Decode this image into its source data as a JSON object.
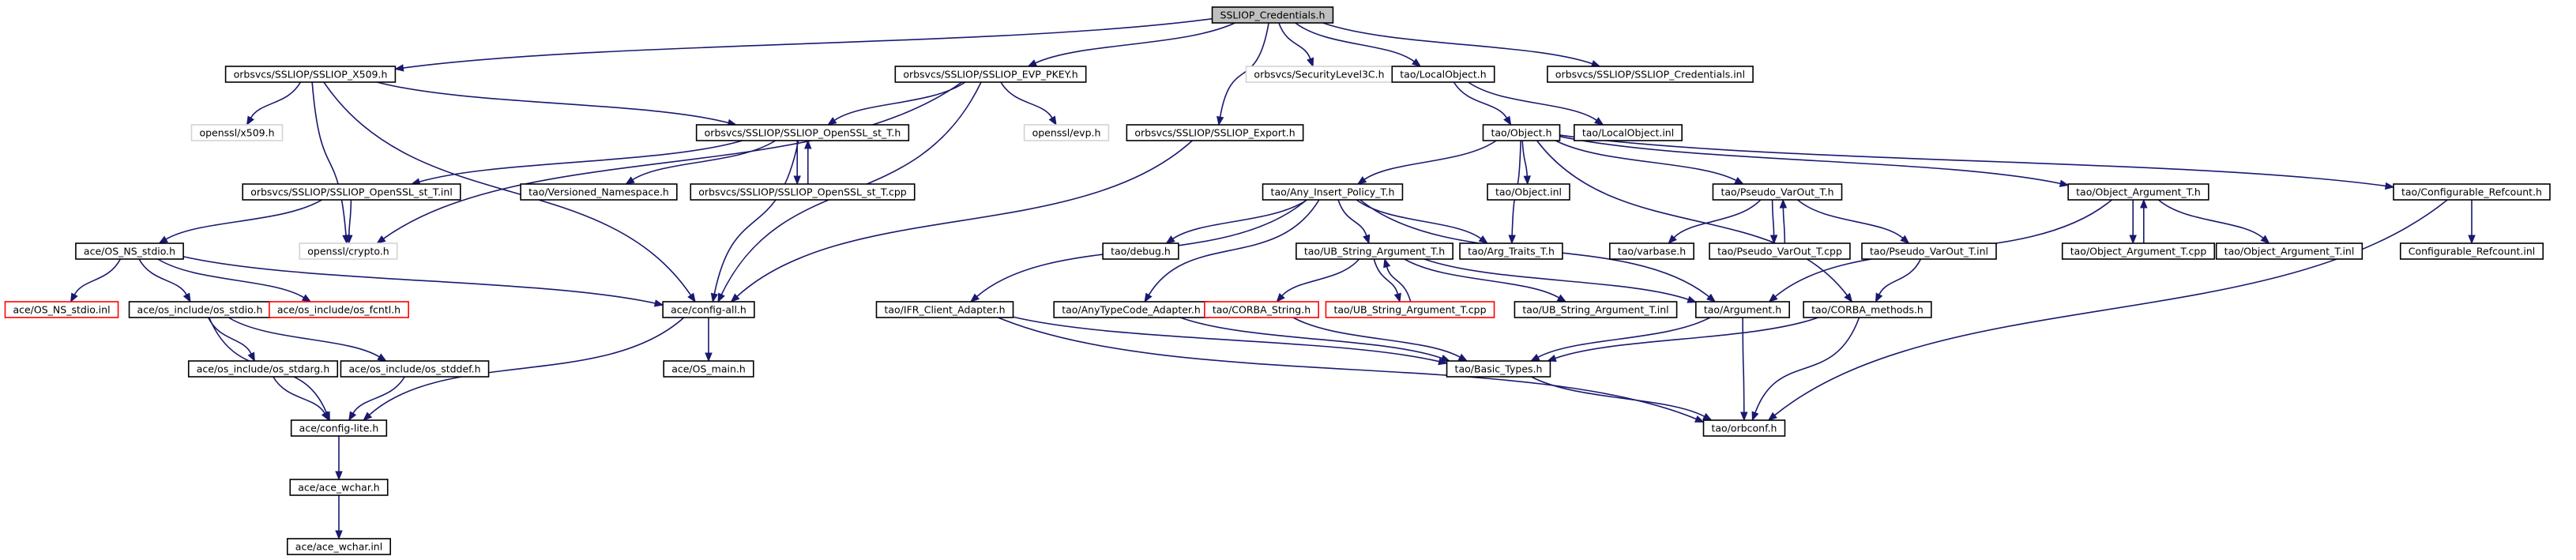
{
  "colors": {
    "edge": "#191970",
    "node_border": "#000000",
    "node_border_missing": "#d3d3d3",
    "node_border_truncated": "#ff0000",
    "root_fill": "#bfbfbf",
    "text": "#000000"
  },
  "nodes": [
    {
      "id": "root",
      "label": "SSLIOP_Credentials.h",
      "style": "root"
    },
    {
      "id": "x509",
      "label": "orbsvcs/SSLIOP/SSLIOP_X509.h",
      "style": "normal"
    },
    {
      "id": "evp",
      "label": "orbsvcs/SSLIOP/SSLIOP_EVP_PKEY.h",
      "style": "normal"
    },
    {
      "id": "seclvl",
      "label": "orbsvcs/SecurityLevel3C.h",
      "style": "missing"
    },
    {
      "id": "localobj",
      "label": "tao/LocalObject.h",
      "style": "normal"
    },
    {
      "id": "credinl",
      "label": "orbsvcs/SSLIOP/SSLIOP_Credentials.inl",
      "style": "normal"
    },
    {
      "id": "opensslx509",
      "label": "openssl/x509.h",
      "style": "missing"
    },
    {
      "id": "opensslst",
      "label": "orbsvcs/SSLIOP/SSLIOP_OpenSSL_st_T.h",
      "style": "normal"
    },
    {
      "id": "opensslevp",
      "label": "openssl/evp.h",
      "style": "missing"
    },
    {
      "id": "sslexport",
      "label": "orbsvcs/SSLIOP/SSLIOP_Export.h",
      "style": "normal"
    },
    {
      "id": "taoobject",
      "label": "tao/Object.h",
      "style": "normal"
    },
    {
      "id": "localobjinl",
      "label": "tao/LocalObject.inl",
      "style": "normal"
    },
    {
      "id": "opensslstinl",
      "label": "orbsvcs/SSLIOP/SSLIOP_OpenSSL_st_T.inl",
      "style": "normal"
    },
    {
      "id": "versioned",
      "label": "tao/Versioned_Namespace.h",
      "style": "normal"
    },
    {
      "id": "opensslstcpp",
      "label": "orbsvcs/SSLIOP/SSLIOP_OpenSSL_st_T.cpp",
      "style": "normal"
    },
    {
      "id": "anyinsert",
      "label": "tao/Any_Insert_Policy_T.h",
      "style": "normal"
    },
    {
      "id": "objectinl",
      "label": "tao/Object.inl",
      "style": "normal"
    },
    {
      "id": "pseudovarout",
      "label": "tao/Pseudo_VarOut_T.h",
      "style": "normal"
    },
    {
      "id": "objarg",
      "label": "tao/Object_Argument_T.h",
      "style": "normal"
    },
    {
      "id": "confrefcount",
      "label": "tao/Configurable_Refcount.h",
      "style": "normal"
    },
    {
      "id": "acensstdio",
      "label": "ace/OS_NS_stdio.h",
      "style": "normal"
    },
    {
      "id": "opensslcrypto",
      "label": "openssl/crypto.h",
      "style": "missing"
    },
    {
      "id": "debug",
      "label": "tao/debug.h",
      "style": "normal"
    },
    {
      "id": "ubstring",
      "label": "tao/UB_String_Argument_T.h",
      "style": "normal"
    },
    {
      "id": "argtraits",
      "label": "tao/Arg_Traits_T.h",
      "style": "normal"
    },
    {
      "id": "varbase",
      "label": "tao/varbase.h",
      "style": "normal"
    },
    {
      "id": "pseudovaroutcpp",
      "label": "tao/Pseudo_VarOut_T.cpp",
      "style": "normal"
    },
    {
      "id": "pseudovaroutinl",
      "label": "tao/Pseudo_VarOut_T.inl",
      "style": "normal"
    },
    {
      "id": "objargcpp",
      "label": "tao/Object_Argument_T.cpp",
      "style": "normal"
    },
    {
      "id": "objarginl",
      "label": "tao/Object_Argument_T.inl",
      "style": "normal"
    },
    {
      "id": "confrefcountinl",
      "label": "Configurable_Refcount.inl",
      "style": "normal"
    },
    {
      "id": "acensstdioinl",
      "label": "ace/OS_NS_stdio.inl",
      "style": "truncated"
    },
    {
      "id": "osincstdio",
      "label": "ace/os_include/os_stdio.h",
      "style": "normal"
    },
    {
      "id": "osincfcntl",
      "label": "ace/os_include/os_fcntl.h",
      "style": "truncated"
    },
    {
      "id": "configall",
      "label": "ace/config-all.h",
      "style": "normal"
    },
    {
      "id": "ifrclient",
      "label": "tao/IFR_Client_Adapter.h",
      "style": "normal"
    },
    {
      "id": "anytypecode",
      "label": "tao/AnyTypeCode_Adapter.h",
      "style": "normal"
    },
    {
      "id": "corbastring",
      "label": "tao/CORBA_String.h",
      "style": "truncated"
    },
    {
      "id": "ubstringcpp",
      "label": "tao/UB_String_Argument_T.cpp",
      "style": "truncated"
    },
    {
      "id": "ubstringinl",
      "label": "tao/UB_String_Argument_T.inl",
      "style": "normal"
    },
    {
      "id": "argument",
      "label": "tao/Argument.h",
      "style": "normal"
    },
    {
      "id": "corbamethods",
      "label": "tao/CORBA_methods.h",
      "style": "normal"
    },
    {
      "id": "osincstdarg",
      "label": "ace/os_include/os_stdarg.h",
      "style": "normal"
    },
    {
      "id": "osincstddef",
      "label": "ace/os_include/os_stddef.h",
      "style": "normal"
    },
    {
      "id": "osmain",
      "label": "ace/OS_main.h",
      "style": "normal"
    },
    {
      "id": "basictypes",
      "label": "tao/Basic_Types.h",
      "style": "normal"
    },
    {
      "id": "configlite",
      "label": "ace/config-lite.h",
      "style": "normal"
    },
    {
      "id": "orbconf",
      "label": "tao/orbconf.h",
      "style": "normal"
    },
    {
      "id": "acewchar",
      "label": "ace/ace_wchar.h",
      "style": "normal"
    },
    {
      "id": "acewcharinl",
      "label": "ace/ace_wchar.inl",
      "style": "normal"
    }
  ],
  "edges": [
    [
      "root",
      "x509"
    ],
    [
      "root",
      "evp"
    ],
    [
      "root",
      "seclvl"
    ],
    [
      "root",
      "sslexport"
    ],
    [
      "root",
      "localobj"
    ],
    [
      "root",
      "credinl"
    ],
    [
      "x509",
      "opensslx509"
    ],
    [
      "x509",
      "opensslst"
    ],
    [
      "x509",
      "opensslcrypto"
    ],
    [
      "x509",
      "configall"
    ],
    [
      "evp",
      "opensslst"
    ],
    [
      "evp",
      "opensslevp"
    ],
    [
      "evp",
      "opensslcrypto"
    ],
    [
      "evp",
      "configall"
    ],
    [
      "sslexport",
      "configall"
    ],
    [
      "localobj",
      "taoobject"
    ],
    [
      "localobj",
      "localobjinl"
    ],
    [
      "opensslst",
      "opensslstinl"
    ],
    [
      "opensslst",
      "versioned"
    ],
    [
      "opensslst",
      "opensslstcpp"
    ],
    [
      "opensslst",
      "configall"
    ],
    [
      "opensslstcpp",
      "opensslst"
    ],
    [
      "opensslstinl",
      "acensstdio"
    ],
    [
      "opensslstinl",
      "opensslcrypto"
    ],
    [
      "taoobject",
      "anyinsert"
    ],
    [
      "taoobject",
      "objectinl"
    ],
    [
      "taoobject",
      "argtraits"
    ],
    [
      "taoobject",
      "pseudovarout"
    ],
    [
      "taoobject",
      "objarg"
    ],
    [
      "taoobject",
      "confrefcount"
    ],
    [
      "taoobject",
      "corbamethods"
    ],
    [
      "anyinsert",
      "debug"
    ],
    [
      "anyinsert",
      "ubstring"
    ],
    [
      "anyinsert",
      "argtraits"
    ],
    [
      "anyinsert",
      "ifrclient"
    ],
    [
      "anyinsert",
      "anytypecode"
    ],
    [
      "anyinsert",
      "argument"
    ],
    [
      "ubstring",
      "corbastring"
    ],
    [
      "ubstring",
      "ubstringcpp"
    ],
    [
      "ubstring",
      "ubstringinl"
    ],
    [
      "ubstring",
      "argument"
    ],
    [
      "ubstringcpp",
      "ubstring"
    ],
    [
      "pseudovarout",
      "varbase"
    ],
    [
      "pseudovarout",
      "pseudovaroutcpp"
    ],
    [
      "pseudovarout",
      "pseudovaroutinl"
    ],
    [
      "pseudovaroutcpp",
      "pseudovarout"
    ],
    [
      "pseudovaroutinl",
      "corbamethods"
    ],
    [
      "objarg",
      "objargcpp"
    ],
    [
      "objarg",
      "objarginl"
    ],
    [
      "objarg",
      "argument"
    ],
    [
      "objargcpp",
      "objarg"
    ],
    [
      "confrefcount",
      "confrefcountinl"
    ],
    [
      "confrefcount",
      "orbconf"
    ],
    [
      "acensstdio",
      "acensstdioinl"
    ],
    [
      "acensstdio",
      "osincstdio"
    ],
    [
      "acensstdio",
      "osincfcntl"
    ],
    [
      "acensstdio",
      "configall"
    ],
    [
      "osincstdio",
      "osincstdarg"
    ],
    [
      "osincstdio",
      "osincstddef"
    ],
    [
      "osincstdio",
      "configlite"
    ],
    [
      "osincstdarg",
      "configlite"
    ],
    [
      "osincstddef",
      "configlite"
    ],
    [
      "configall",
      "osmain"
    ],
    [
      "configall",
      "configlite"
    ],
    [
      "configlite",
      "acewchar"
    ],
    [
      "acewchar",
      "acewcharinl"
    ],
    [
      "ifrclient",
      "basictypes"
    ],
    [
      "ifrclient",
      "orbconf"
    ],
    [
      "anytypecode",
      "basictypes"
    ],
    [
      "corbastring",
      "basictypes"
    ],
    [
      "argument",
      "basictypes"
    ],
    [
      "argument",
      "orbconf"
    ],
    [
      "corbamethods",
      "basictypes"
    ],
    [
      "corbamethods",
      "orbconf"
    ],
    [
      "basictypes",
      "orbconf"
    ]
  ]
}
